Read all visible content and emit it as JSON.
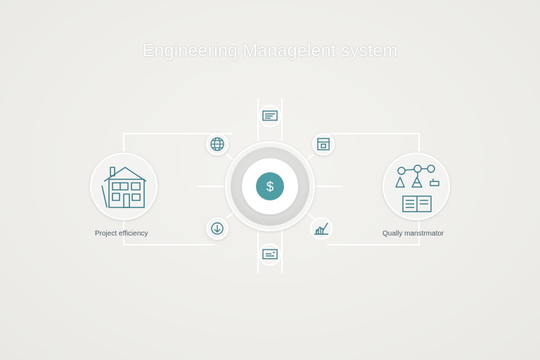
{
  "title": "Engineering Managelent system",
  "center": {
    "symbol": "$",
    "icon": "dollar-icon"
  },
  "left_node": {
    "label": "Project efficiency",
    "icon": "house-icon"
  },
  "right_node": {
    "label": "Qually manstrmator",
    "icon": "network-quality-icon"
  },
  "satellites": [
    {
      "icon": "bank-card-icon"
    },
    {
      "icon": "calendar-icon"
    },
    {
      "icon": "chart-icon"
    },
    {
      "icon": "card-icon"
    },
    {
      "icon": "download-icon"
    },
    {
      "icon": "globe-icon"
    }
  ],
  "colors": {
    "accent": "#4f9ea6",
    "line": "#ffffff",
    "icon_stroke": "#3e7f8c",
    "background": "#efeeeb"
  }
}
